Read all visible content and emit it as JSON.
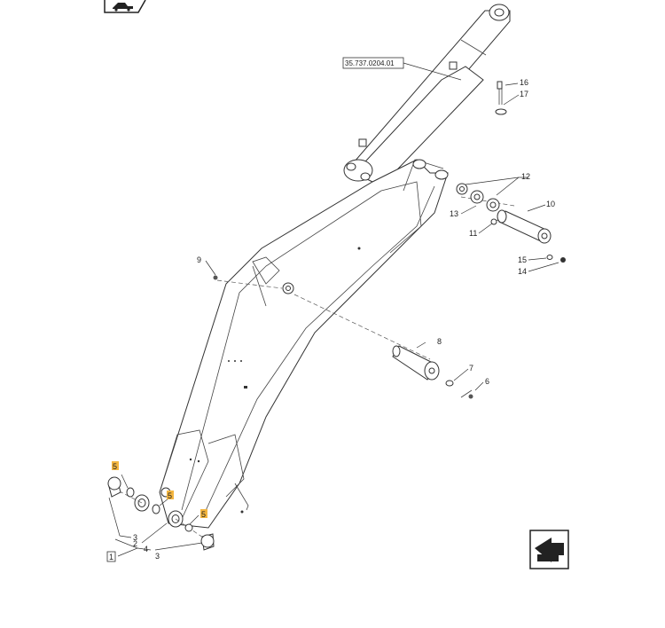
{
  "reference_code": "35.737.0204.01",
  "callouts": {
    "c1": "1",
    "c2": "2",
    "c3a": "3",
    "c3b": "3",
    "c4": "4",
    "c5a": "5",
    "c5b": "5",
    "c5c": "5",
    "c6": "6",
    "c7": "7",
    "c8": "8",
    "c9": "9",
    "c10": "10",
    "c11": "11",
    "c12": "12",
    "c13": "13",
    "c14": "14",
    "c15": "15",
    "c16": "16",
    "c17": "17"
  },
  "colors": {
    "highlight": "#f4b640",
    "line": "#333333"
  },
  "icons": {
    "top_left": "excavator-icon",
    "bottom_right": "next-page-arrow-icon"
  }
}
